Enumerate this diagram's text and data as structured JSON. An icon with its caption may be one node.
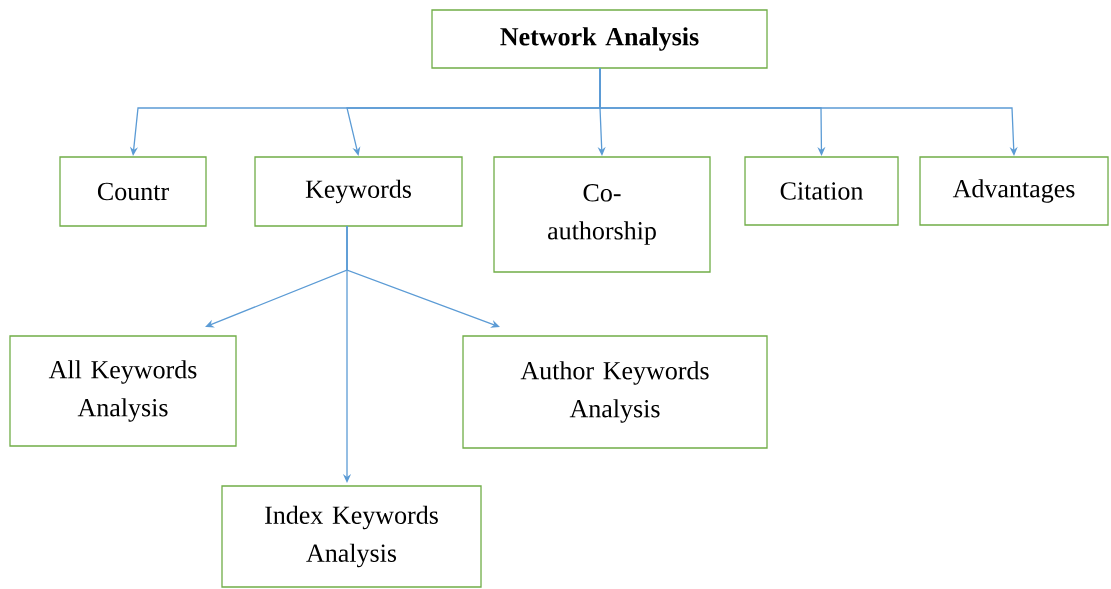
{
  "diagram": {
    "nodes": [
      {
        "text": [
          "Network Analysis"
        ]
      },
      {
        "text": [
          "Countr"
        ]
      },
      {
        "text": [
          "Keywords"
        ]
      },
      {
        "text": [
          "Co- authorship"
        ]
      },
      {
        "text": [
          "Citation"
        ]
      },
      {
        "text": [
          "Advantages"
        ]
      },
      {
        "text": [
          "All Keywords Analysis"
        ]
      },
      {
        "text": [
          "Author Keywords Analysis"
        ]
      },
      {
        "text": [
          "Index Keywords Analysis"
        ]
      }
    ],
    "edges": [
      {
        "from": 0,
        "to": 1,
        "arrow": "to"
      },
      {
        "from": 0,
        "to": 2,
        "arrow": "to"
      },
      {
        "from": 0,
        "to": 3,
        "arrow": "to"
      },
      {
        "from": 0,
        "to": 4,
        "arrow": "to"
      },
      {
        "from": 0,
        "to": 5,
        "arrow": "to"
      },
      {
        "from": 2,
        "to": 6,
        "arrow": "to"
      },
      {
        "from": 2,
        "to": 7,
        "arrow": "to"
      },
      {
        "from": 2,
        "to": 8,
        "arrow": "to"
      }
    ]
  }
}
